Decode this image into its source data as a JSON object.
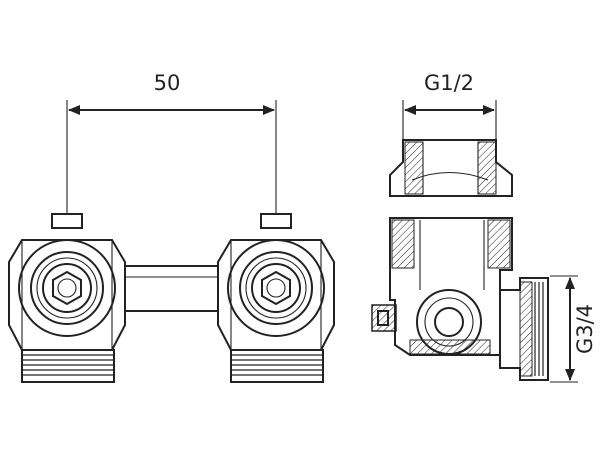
{
  "dimensions": {
    "center_distance": "50",
    "top_thread": "G1/2",
    "side_thread": "G3/4"
  }
}
